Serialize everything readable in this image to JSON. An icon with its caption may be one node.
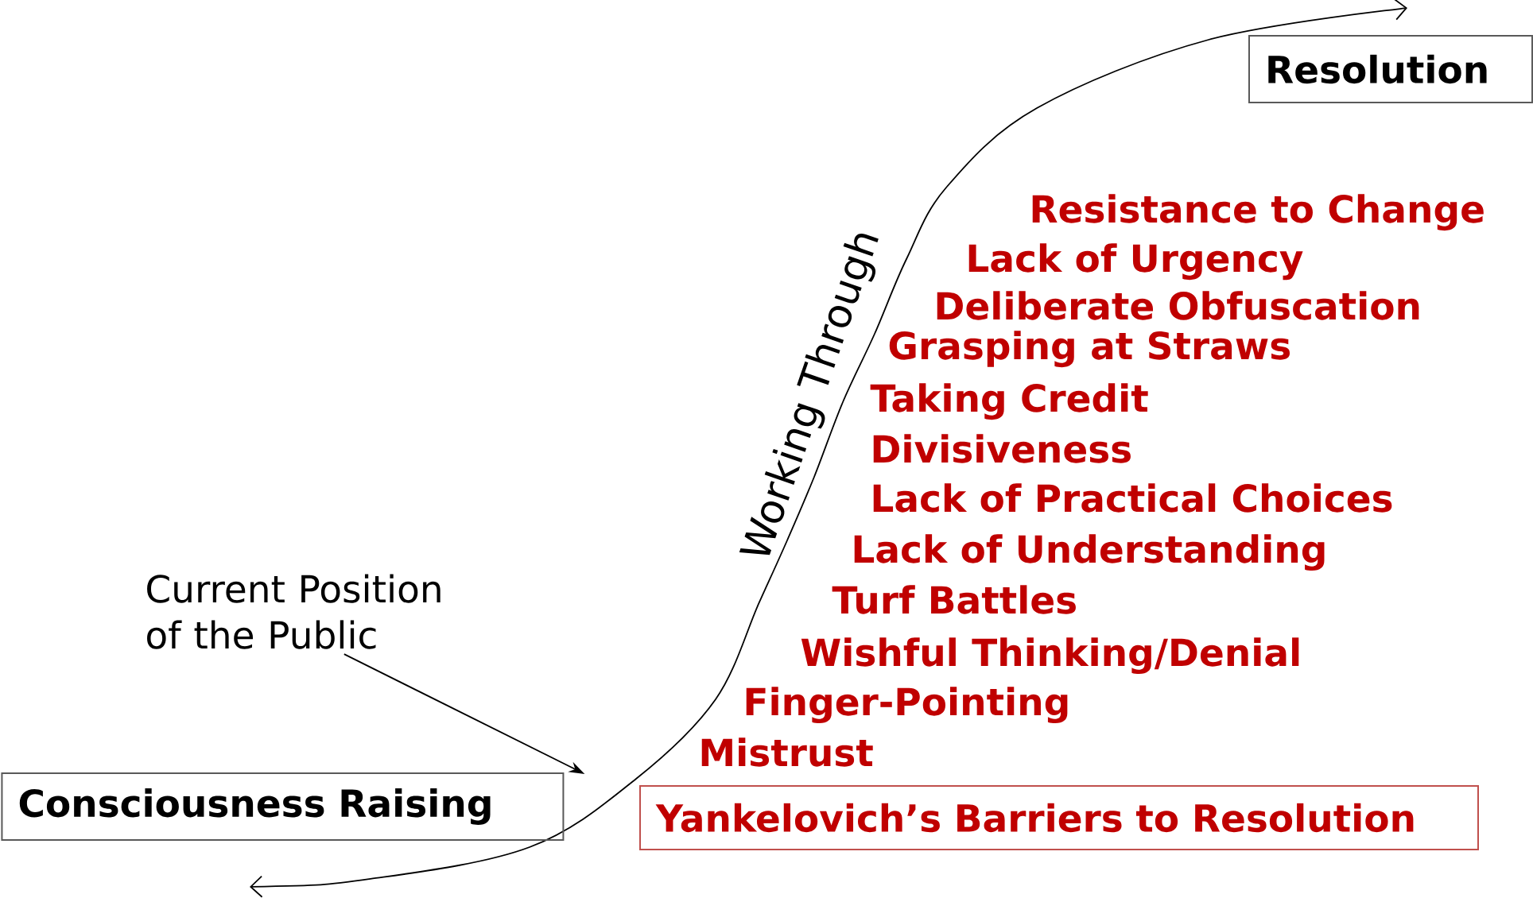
{
  "diagram": {
    "nodes": [
      {
        "text": [
          "Resolution"
        ]
      },
      {
        "text": [
          "Current Position of the Public"
        ]
      },
      {
        "text": [
          "Consciousness Raising"
        ]
      },
      {
        "text": [
          "Yankelovich’s Barriers to Resolution"
        ]
      }
    ],
    "edges": [
      {
        "from": 1,
        "to": 2,
        "arrow": "to"
      }
    ],
    "labels": [
      "Working Through",
      "Resistance to Change",
      "Lack of Urgency",
      "Deliberate Obfuscation",
      "Grasping at Straws",
      "Taking Credit",
      "Divisiveness",
      "Lack of Practical Choices",
      "Lack of Understanding",
      "Turf Battles",
      "Wishful Thinking/Denial",
      "Finger-Pointing",
      "Mistrust"
    ]
  }
}
